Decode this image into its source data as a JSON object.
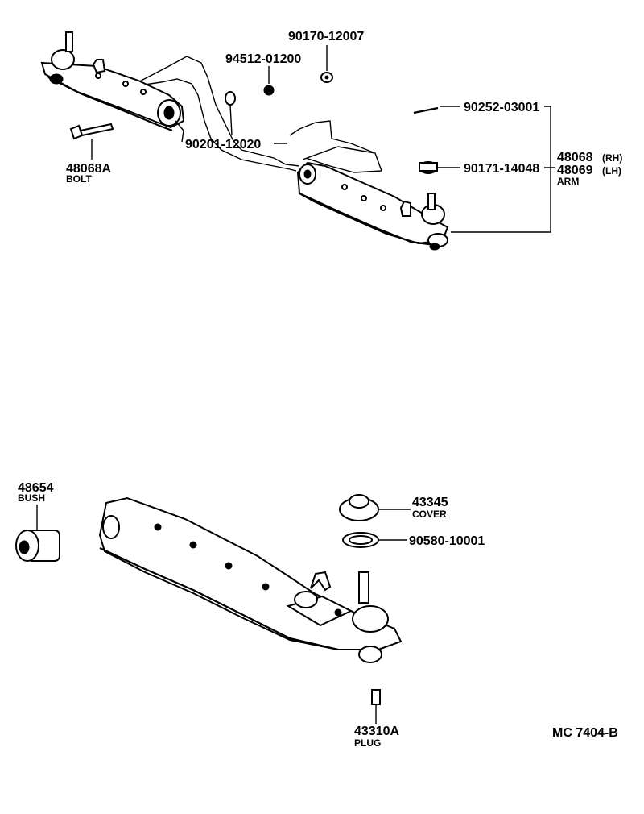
{
  "labels": {
    "p90170": "90170-12007",
    "p94512": "94512-01200",
    "p90201": "90201-12020",
    "p48068a": "48068A",
    "p48068a_name": "BOLT",
    "p90252": "90252-03001",
    "p90171": "90171-14048",
    "p48068": "48068",
    "p48068_side": "(RH)",
    "p48069": "48069",
    "p48069_side": "(LH)",
    "arm_name": "ARM",
    "p48654": "48654",
    "p48654_name": "BUSH",
    "p43345": "43345",
    "p43345_name": "COVER",
    "p90580": "90580-10001",
    "p43310a": "43310A",
    "p43310a_name": "PLUG",
    "diagram_code": "MC 7404-B"
  }
}
